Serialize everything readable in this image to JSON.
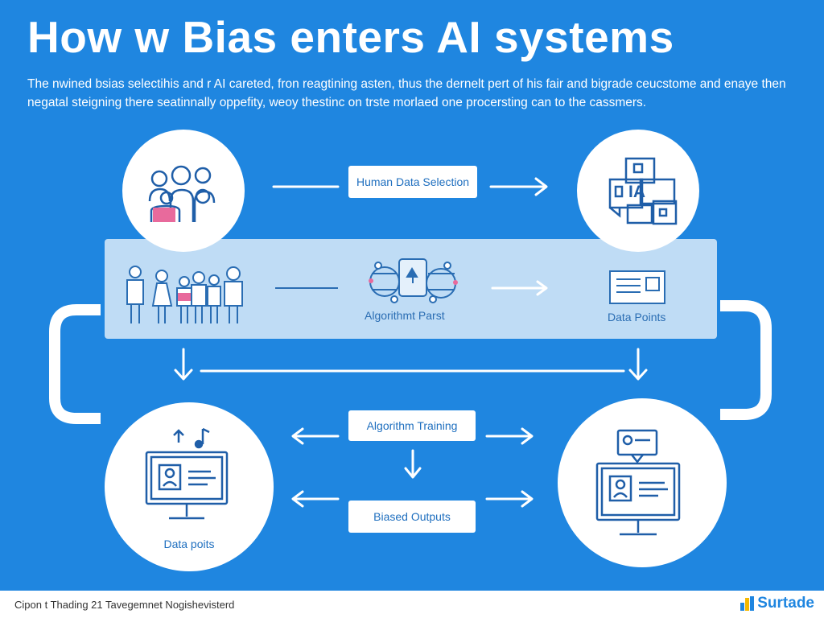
{
  "header": {
    "title": "How w Bias enters AI systems",
    "subtitle": "The nwined bsias selectihis and r AI careted, fron reagtining asten, thus the dernelt pert of his fair and bigrade ceucstome and enaye then negatal steigning there seatinnally oppefity, weoy thestinc on trste morlaed one procersting can to the cassmers."
  },
  "flow": {
    "human_data_selection": "Human Data Selection",
    "algorithm_parst": "Algorithmt Parst",
    "data_points_band": "Data Points",
    "algorithm_training": "Algorithm Training",
    "biased_outputs": "Biased Outputs",
    "data_points_circle": "Data poits"
  },
  "icons": {
    "top_right_label": "IA",
    "people_group": "people-group-icon",
    "crowd": "crowd-icon",
    "network": "network-icon",
    "document": "document-icon",
    "monitor": "monitor-icon",
    "music": "music-icon",
    "profile_screen": "profile-screen-icon",
    "blocks": "blocks-icon"
  },
  "footer": {
    "caption": "Cipon t Thading 21 Tavegemnet Nogishevisterd",
    "brand": "Surtade"
  },
  "colors": {
    "background": "#1f86e0",
    "band": "#bfdcf5",
    "icon_stroke": "#2a6db3",
    "accent_pink": "#e86a9c",
    "brand_yellow": "#f5b800"
  }
}
